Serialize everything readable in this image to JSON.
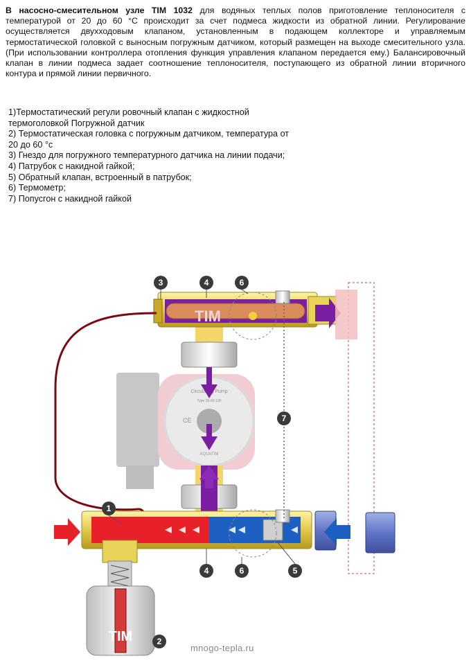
{
  "intro": {
    "lead": "В насосно-смесительном узле TIM 1032",
    "text": " для водяных теплых полов приготовление теплоносителя с температурой от 20 до 60 °С происходит за счет подмеса жидкости из обратной линии. Регулирование осуществляется двухходовым клапаном, установленным в подающем коллекторе и управляемым термостатической головкой с выносным погружным датчиком, который размещен на выходе смесительного узла.(При использовании контроллера отопления функция управления клапаном передается ему.) Балансировочный клапан в линии подмеса задает соотношение теплоносителя, поступающего из обратной линии вторичного контура и прямой линии первичного."
  },
  "legend": [
    "1)Термостатический регули ровочный клапан с жидкостной термоголовкой Погружной датчик",
    "2) Термостатическая головка с погружным датчиком, температура от 20 до 60 °с",
    "3) Гнездо для погружного температурного датчика на линии подачи;",
    "4) Патрубок с накидной гайкой;",
    "5) Обратный клапан, встроенный в патрубок;",
    "6) Термометр;",
    "7) Попусгон с накидной гайкой"
  ],
  "callouts": [
    "1",
    "2",
    "3",
    "4",
    "4",
    "5",
    "6",
    "6",
    "7"
  ],
  "pump": {
    "title": "Circulating Pump",
    "type": "Type 25-60-130",
    "brand": "AQUATIM",
    "ce": "CE"
  },
  "tim_labels": [
    "TIM",
    "TIM"
  ],
  "watermark": "mnogo-tepla.ru",
  "colors": {
    "hot": "#e8202a",
    "cold": "#1e5fc2",
    "mixed": "#7a1fa2",
    "brass": "#e9d25a",
    "callout": "#3a3a3a",
    "pump_body": "#e9b8bf"
  }
}
